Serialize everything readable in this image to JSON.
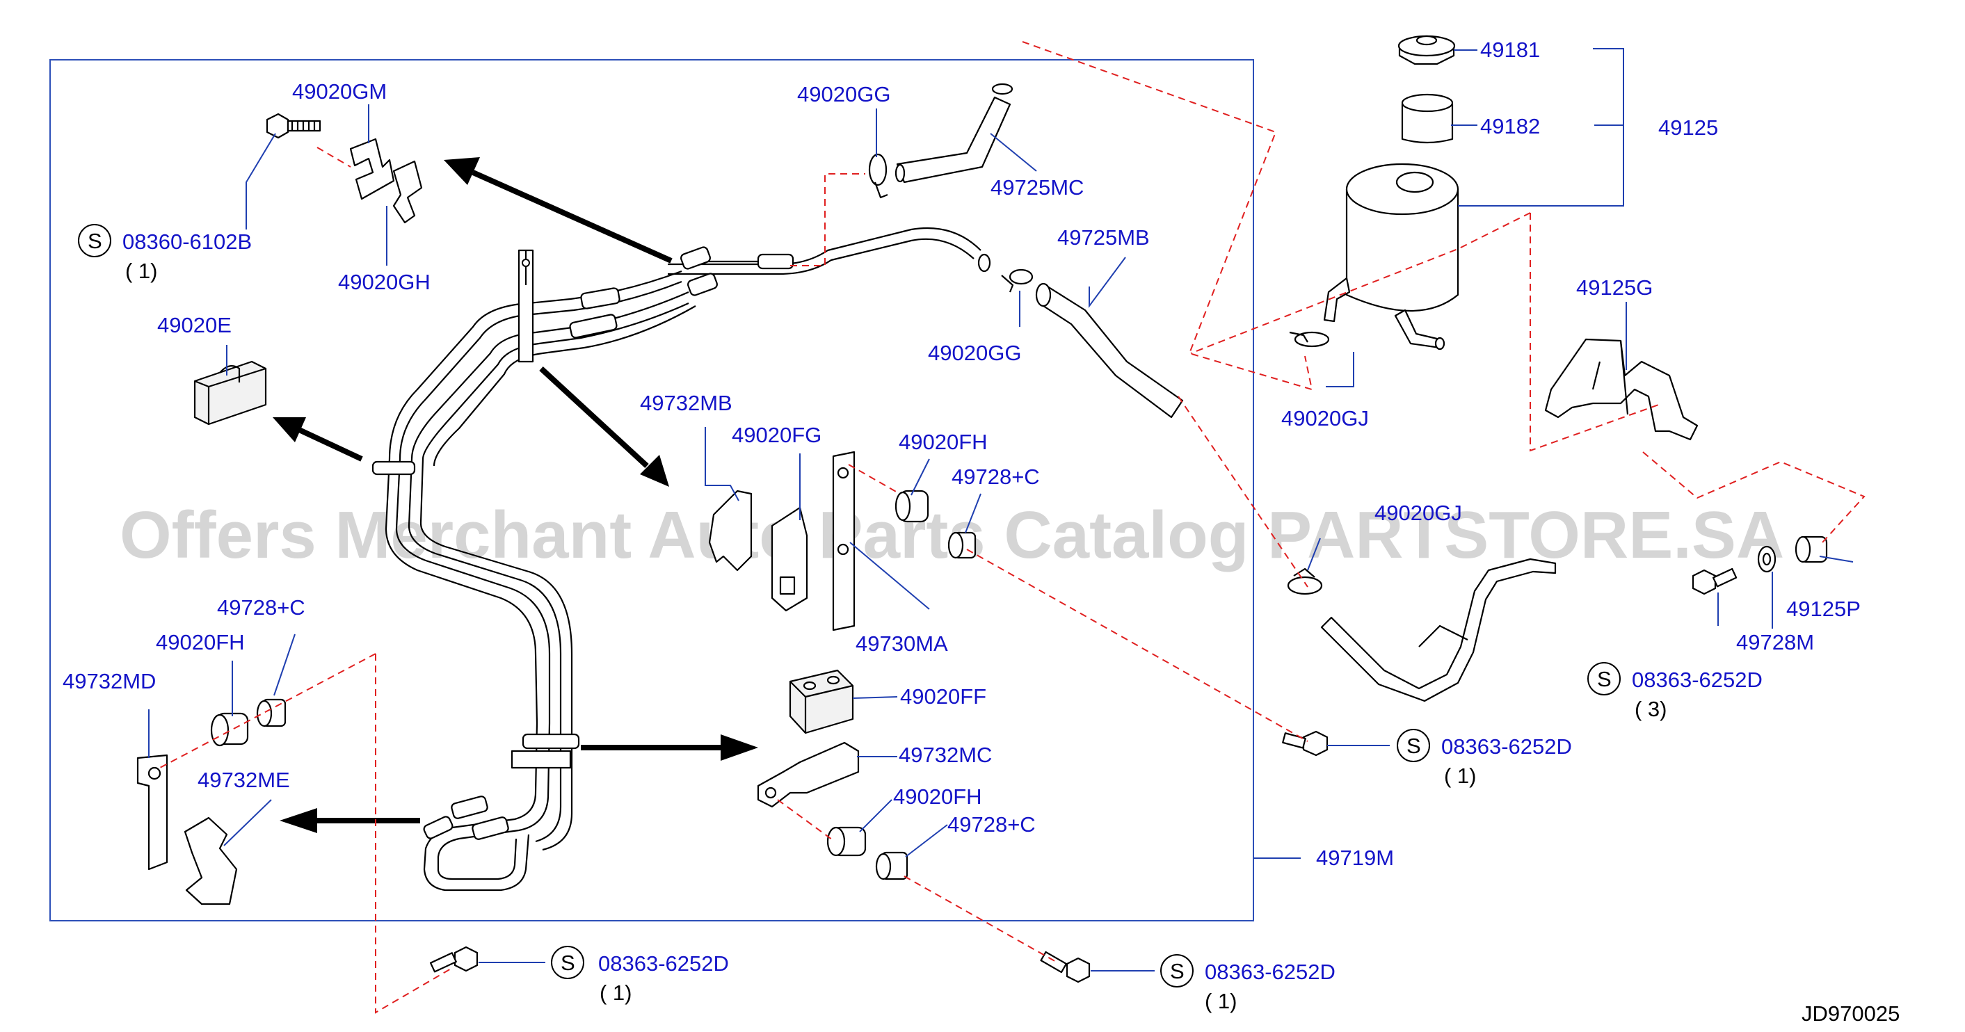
{
  "watermark": "Offers Merchant Auto Parts Catalog PARTSTORE.SA",
  "diagram_code": "JD970025",
  "s_symbol": "S",
  "labels": {
    "p49020GM": "49020GM",
    "p49020GH": "49020GH",
    "p08360_6102B": "08360-6102B",
    "p08360_qty": "( 1)",
    "p49020E": "49020E",
    "p49020GG_top": "49020GG",
    "p49725MC": "49725MC",
    "p49725MB": "49725MB",
    "p49020GG_mid": "49020GG",
    "p49181": "49181",
    "p49182": "49182",
    "p49125": "49125",
    "p49125G": "49125G",
    "p49020GJ": "49020GJ",
    "p49732MB": "49732MB",
    "p49020FG": "49020FG",
    "p49020FH_top": "49020FH",
    "p49728C_top": "49728+C",
    "p49730MA": "49730MA",
    "p49020GJ_small": "49020GJ",
    "p49125P": "49125P",
    "p49728M": "49728M",
    "p08363_r": "08363-6252D",
    "p08363_r_qty": "( 3)",
    "p49728C_left": "49728+C",
    "p49020FH_left": "49020FH",
    "p49732MD": "49732MD",
    "p49732ME": "49732ME",
    "p49020FF": "49020FF",
    "p49732MC": "49732MC",
    "p08363_mid": "08363-6252D",
    "p08363_mid_qty": "( 1)",
    "p49020FH_bot": "49020FH",
    "p49728C_bot": "49728+C",
    "p49719M": "49719M",
    "p08363_bl": "08363-6252D",
    "p08363_bl_qty": "( 1)",
    "p08363_bc": "08363-6252D",
    "p08363_bc_qty": "( 1)"
  }
}
